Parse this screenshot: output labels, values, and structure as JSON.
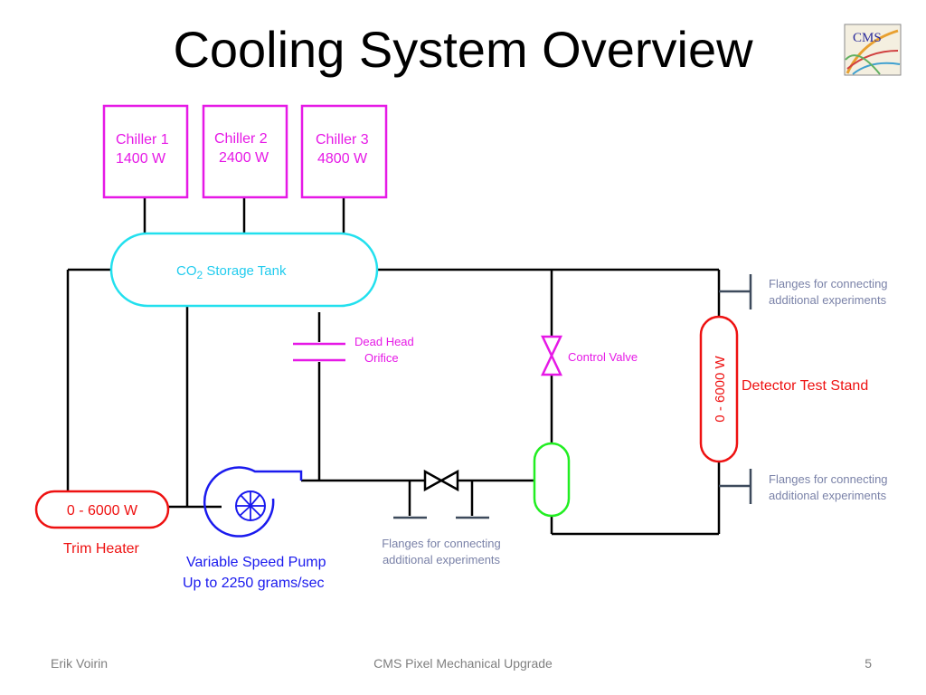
{
  "slide": {
    "title": "Cooling System Overview",
    "logo_text": "CMS",
    "footer": {
      "author": "Erik Voirin",
      "center": "CMS Pixel Mechanical Upgrade",
      "page": "5"
    }
  },
  "diagram": {
    "chillers": [
      {
        "name": "Chiller 1",
        "power": "1400 W"
      },
      {
        "name": "Chiller 2",
        "power": "2400 W"
      },
      {
        "name": "Chiller 3",
        "power": "4800 W"
      }
    ],
    "tank": {
      "prefix": "CO",
      "subscript": "2",
      "suffix": " Storage Tank"
    },
    "dead_head": {
      "line1": "Dead Head",
      "line2": "Orifice"
    },
    "control_valve": "Control Valve",
    "flanges_top": {
      "line1": "Flanges for connecting",
      "line2": "additional experiments"
    },
    "flanges_right_bottom": {
      "line1": "Flanges for connecting",
      "line2": "additional experiments"
    },
    "flanges_bottom": {
      "line1": "Flanges for connecting",
      "line2": "additional experiments"
    },
    "test_stand": {
      "range": "0 - 6000 W",
      "label": "Detector Test Stand"
    },
    "trim_heater": {
      "range": "0 - 6000 W",
      "label": "Trim Heater"
    },
    "pump": {
      "line1": "Variable Speed Pump",
      "line2": "Up to 2250 grams/sec"
    }
  },
  "colors": {
    "chiller": "#e619e6",
    "tank": "#22e0ee",
    "red": "#ee1111",
    "blue": "#1a1aee",
    "green": "#22ee22",
    "flange_text": "#7a82a8",
    "line": "#000000"
  }
}
